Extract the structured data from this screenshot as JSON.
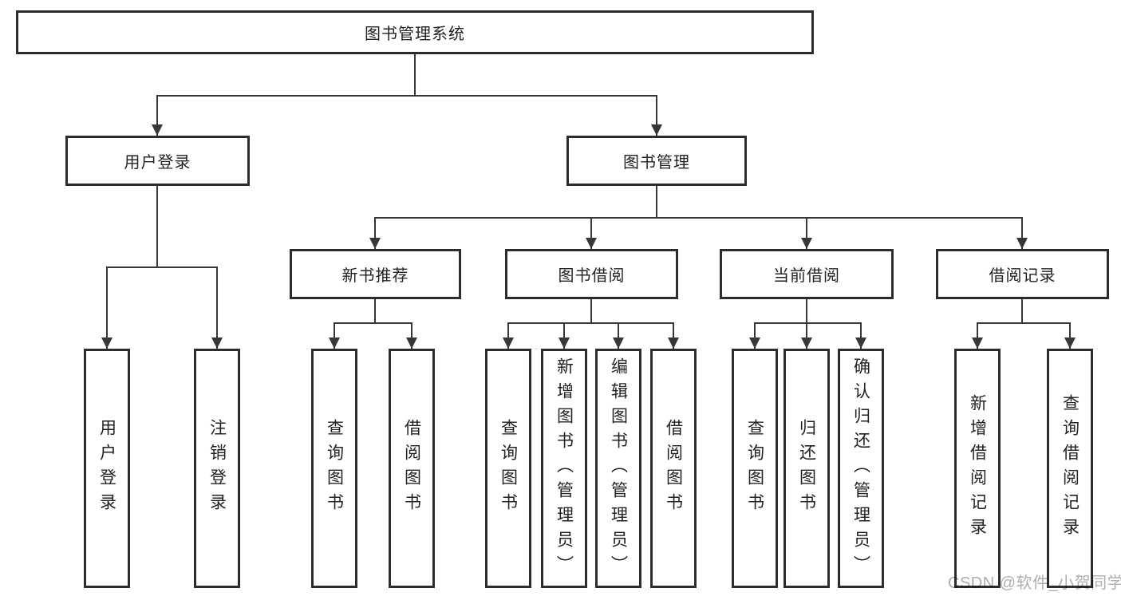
{
  "diagram": {
    "title": "图书管理系统",
    "branches": [
      {
        "label": "用户登录",
        "children": [
          {
            "label": "用户登录"
          },
          {
            "label": "注销登录"
          }
        ]
      },
      {
        "label": "图书管理",
        "sections": [
          {
            "label": "新书推荐",
            "children": [
              {
                "label": "查询图书"
              },
              {
                "label": "借阅图书"
              }
            ]
          },
          {
            "label": "图书借阅",
            "children": [
              {
                "label": "查询图书"
              },
              {
                "label": "新增图书（管理员）"
              },
              {
                "label": "编辑图书（管理员）"
              },
              {
                "label": "借阅图书"
              }
            ]
          },
          {
            "label": "当前借阅",
            "children": [
              {
                "label": "查询图书"
              },
              {
                "label": "归还图书"
              },
              {
                "label": "确认归还（管理员）"
              }
            ]
          },
          {
            "label": "借阅记录",
            "children": [
              {
                "label": "新增借阅记录"
              },
              {
                "label": "查询借阅记录"
              }
            ]
          }
        ]
      }
    ]
  },
  "watermark": {
    "text": "CSDN @软件_小贺同学"
  },
  "colors": {
    "line": "#373737",
    "border": "#2d2d2d",
    "text": "#222222",
    "watermark": "#aeaeae",
    "background": "#ffffff"
  }
}
